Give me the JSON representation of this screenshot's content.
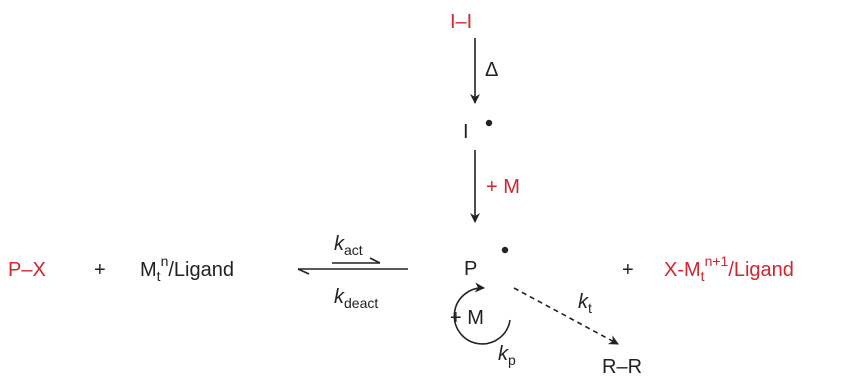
{
  "colors": {
    "ink": "#222222",
    "red": "#d0262c"
  },
  "initiator": "I–I",
  "heat_label": "Δ",
  "initiator_radical": "I",
  "monomer_add": "+ M",
  "propagating_radical": "P",
  "dormant_species": "P–X",
  "plus_left": "+",
  "activator": {
    "base": "M",
    "subscript": "t",
    "superscript": "n",
    "suffix": "/Ligand"
  },
  "k_act": {
    "k": "k",
    "sub": "act"
  },
  "k_deact": {
    "k": "k",
    "sub": "deact"
  },
  "plus_right": "+",
  "deactivator": {
    "prefix": "X-M",
    "subscript": "t",
    "superscript": "n+1",
    "suffix": "/Ligand"
  },
  "cycle_label": "+ M",
  "k_p": {
    "k": "k",
    "sub": "p"
  },
  "k_t": {
    "k": "k",
    "sub": "t"
  },
  "termination_product": "R–R"
}
